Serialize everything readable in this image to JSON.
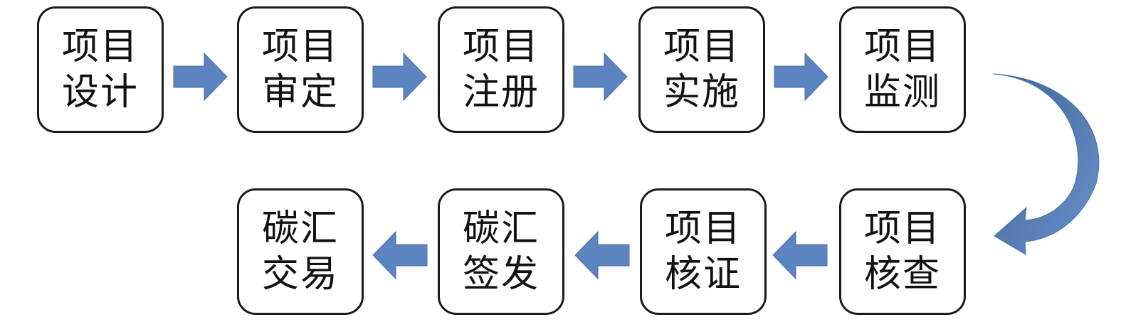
{
  "colors": {
    "arrow_fill": "#5b84c0",
    "arrow_stroke": "#4a6fa5",
    "curve_dark": "#3f6396",
    "curve_light": "#6a92cc",
    "box_border": "#1a1a1a",
    "text": "#111111"
  },
  "steps": [
    {
      "line1": "项目",
      "line2": "设计"
    },
    {
      "line1": "项目",
      "line2": "审定"
    },
    {
      "line1": "项目",
      "line2": "注册"
    },
    {
      "line1": "项目",
      "line2": "实施"
    },
    {
      "line1": "项目",
      "line2": "监测"
    },
    {
      "line1": "项目",
      "line2": "核查"
    },
    {
      "line1": "项目",
      "line2": "核证"
    },
    {
      "line1": "碳汇",
      "line2": "签发"
    },
    {
      "line1": "碳汇",
      "line2": "交易"
    }
  ],
  "arrows": [
    {
      "direction": "right"
    },
    {
      "direction": "right"
    },
    {
      "direction": "right"
    },
    {
      "direction": "right"
    },
    {
      "direction": "curve-down"
    },
    {
      "direction": "left"
    },
    {
      "direction": "left"
    },
    {
      "direction": "left"
    }
  ]
}
